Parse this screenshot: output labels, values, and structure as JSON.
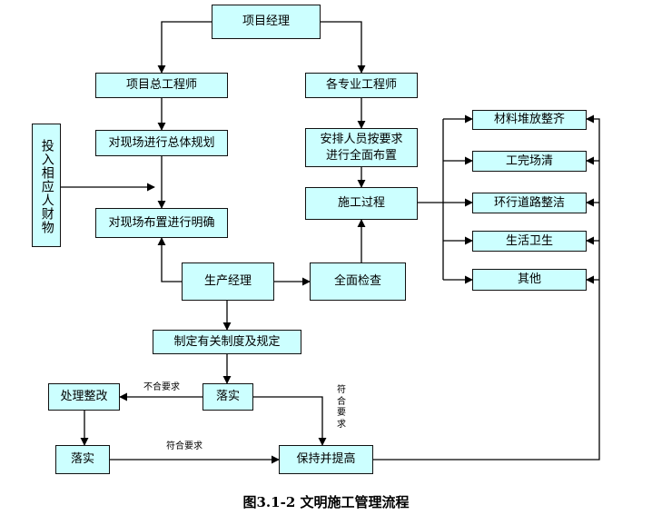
{
  "nodes": {
    "project_manager": "项目经理",
    "chief_engineer": "项目总工程师",
    "specialty_engineers": "各专业工程师",
    "overall_planning": "对现场进行总体规划",
    "arrange_staff": "安排人员按要求\n进行全面布置",
    "input_resources": "投入相应人财物",
    "construction_process": "施工过程",
    "site_layout": "对现场布置进行明确",
    "production_manager": "生产经理",
    "full_inspection": "全面检查",
    "materials_stacked": "材料堆放整齐",
    "work_done_site_clear": "工完场清",
    "roads_clean": "环行道路整洁",
    "hygiene": "生活卫生",
    "other": "其他",
    "make_rules": "制定有关制度及规定",
    "implement_1": "落实",
    "rectify": "处理整改",
    "implement_2": "落实",
    "maintain_improve": "保持并提高"
  },
  "edge_labels": {
    "not_meet": "不合要求",
    "meets_vertical": "符合要求",
    "meets_bottom": "符合要求"
  },
  "caption": "图3.1-2  文明施工管理流程"
}
